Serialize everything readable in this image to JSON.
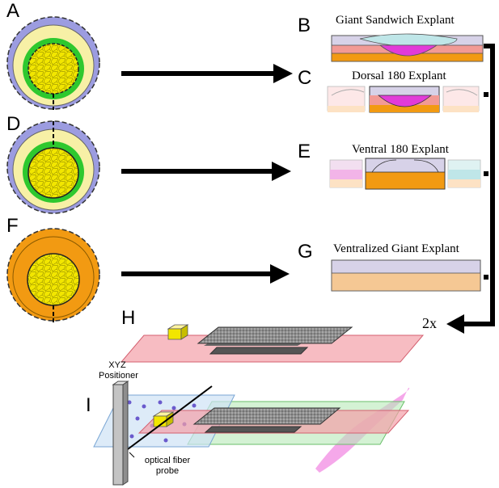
{
  "panels": {
    "A": "A",
    "B": "B",
    "C": "C",
    "D": "D",
    "E": "E",
    "F": "F",
    "G": "G",
    "H": "H",
    "I": "I"
  },
  "explant_titles": {
    "giant_sandwich": "Giant Sandwich Explant",
    "dorsal_180": "Dorsal 180 Explant",
    "ventral_180": "Ventral 180 Explant",
    "ventralized_giant": "Ventralized Giant Explant"
  },
  "multiplier": "2x",
  "positioner": {
    "line1": "XYZ",
    "line2": "Positioner"
  },
  "probe": {
    "line1": "optical fiber",
    "line2": "probe"
  },
  "colors": {
    "yolk": "#f2e600",
    "mesoderm_green": "#2ec82e",
    "ectoderm_blue": "#9c9ce0",
    "pale_yellow": "#f7f0a6",
    "orange": "#f29a12",
    "magenta": "#e23bd8",
    "salmon": "#f29a95",
    "lavender": "#d7d2e8",
    "light_blue": "#bfe6e8",
    "peach": "#f5c894",
    "slide_pink": "#f4a0a8",
    "slide_green": "#b8eab8",
    "slide_blue": "#cfe3f5"
  }
}
